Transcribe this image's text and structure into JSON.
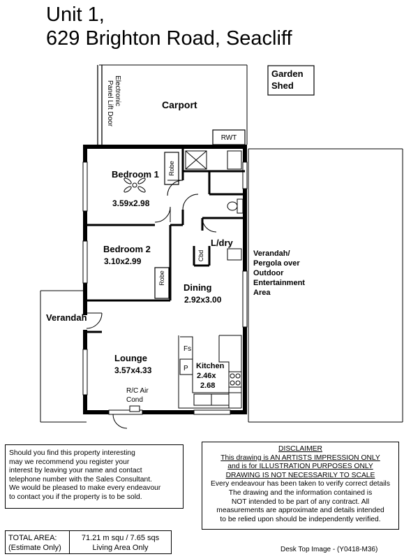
{
  "title": {
    "line1": "Unit 1,",
    "line2": "629 Brighton Road, Seacliff"
  },
  "plan": {
    "garden_shed": [
      "Garden",
      "Shed"
    ],
    "electronic_door": [
      "Electronic",
      "Panel Lift Door"
    ],
    "carport": "Carport",
    "rwt": "RWT",
    "bedroom1": {
      "name": "Bedroom 1",
      "size": "3.59x2.98"
    },
    "robe": "Robe",
    "bedroom2": {
      "name": "Bedroom 2",
      "size": "3.10x2.99"
    },
    "ldry": "L/dry",
    "cbd": "Cbd",
    "verandah_pergola": [
      "Verandah/",
      "Pergola over",
      "Outdoor",
      "Entertainment",
      "Area"
    ],
    "dining": {
      "name": "Dining",
      "size": "2.92x3.00"
    },
    "verandah": "Verandah",
    "lounge": {
      "name": "Lounge",
      "size": "3.57x4.33"
    },
    "fs": "Fs",
    "p": "P",
    "kitchen": {
      "name": "Kitchen",
      "size_line1": "2.46x",
      "size_line2": "2.68"
    },
    "aircon": [
      "R/C Air",
      "Cond"
    ]
  },
  "notice": {
    "lines": [
      "Should you find this property interesting",
      "may we recommend you register your",
      "interest by leaving your name and contact",
      "telephone number with the Sales Consultant.",
      "We would be pleased to make every endeavour",
      "to contact you if the property is to be sold."
    ]
  },
  "disclaimer": {
    "heading": "DISCLAIMER",
    "underlined": [
      "This drawing is AN ARTISTS IMPRESSION ONLY",
      "and is for ILLUSTRATION PURPOSES ONLY",
      "DRAWING IS NOT NECESSARILY TO SCALE"
    ],
    "body": [
      "Every endeavour has been taken to verify correct details",
      "The drawing and the information contained is",
      "NOT intended to be part of any contract. All",
      "measurements are approximate and details intended",
      "to be relied upon should be independently verified."
    ]
  },
  "total_area": {
    "label_line1": "TOTAL AREA:",
    "label_line2": "(Estimate Only)",
    "value_line1": "71.21 m squ /  7.65 sqs",
    "value_line2": "Living Area Only"
  },
  "footer": "Desk Top Image - (Y0418-M36)"
}
